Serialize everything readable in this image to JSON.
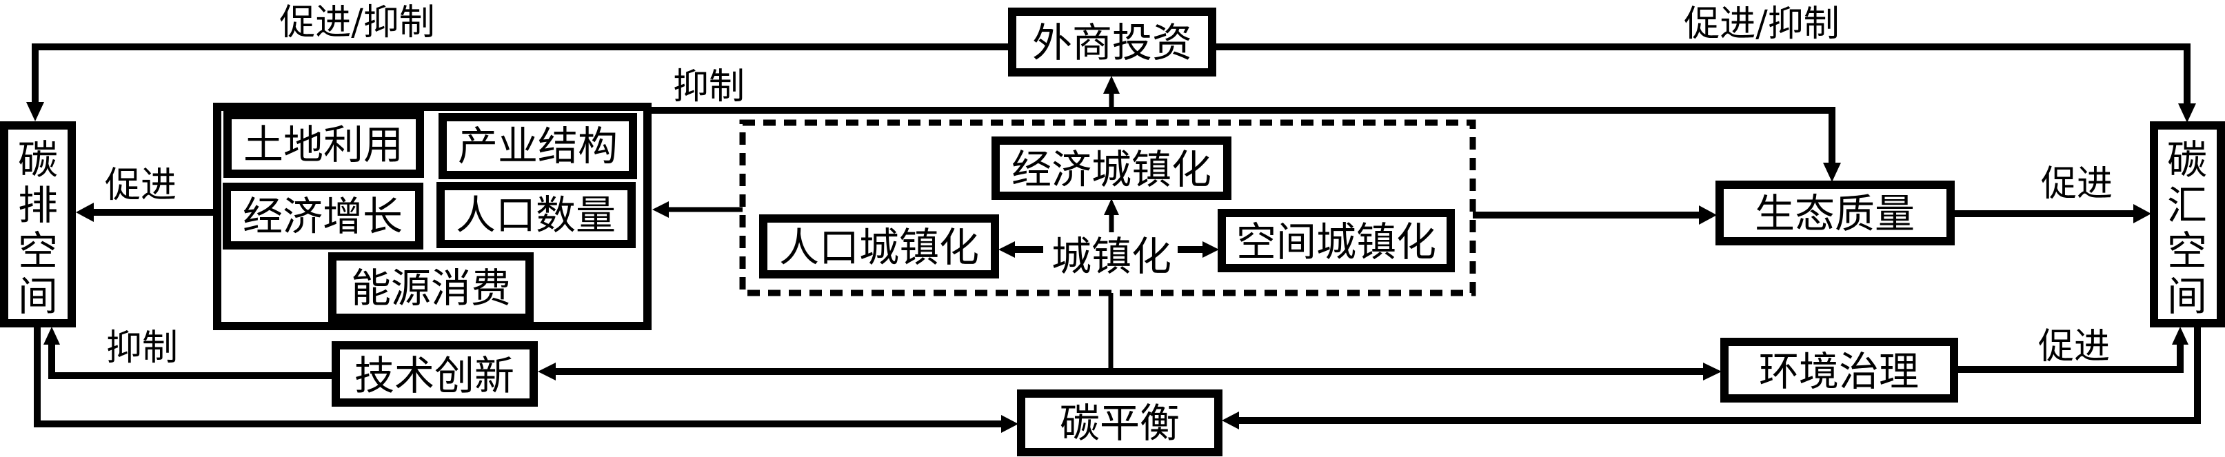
{
  "colors": {
    "ink": "#000000",
    "background": "#ffffff"
  },
  "nodes": {
    "carbon_emission_space": "碳排空间",
    "carbon_sink_space": "碳汇空间",
    "foreign_investment": "外商投资",
    "land_use": "土地利用",
    "industrial_structure": "产业结构",
    "economic_growth": "经济增长",
    "population_size": "人口数量",
    "energy_consumption": "能源消费",
    "economic_urbanization": "经济城镇化",
    "population_urbanization": "人口城镇化",
    "urbanization": "城镇化",
    "spatial_urbanization": "空间城镇化",
    "ecological_quality": "生态质量",
    "technological_innovation": "技术创新",
    "environmental_governance": "环境治理",
    "carbon_balance": "碳平衡"
  },
  "edge_labels": {
    "fdi_to_emission": "促进/抑制",
    "fdi_to_sink": "促进/抑制",
    "group_to_ecology": "抑制",
    "group_to_emission": "促进",
    "innovation_to_emission": "抑制",
    "ecology_to_sink": "促进",
    "governance_to_sink": "促进"
  }
}
